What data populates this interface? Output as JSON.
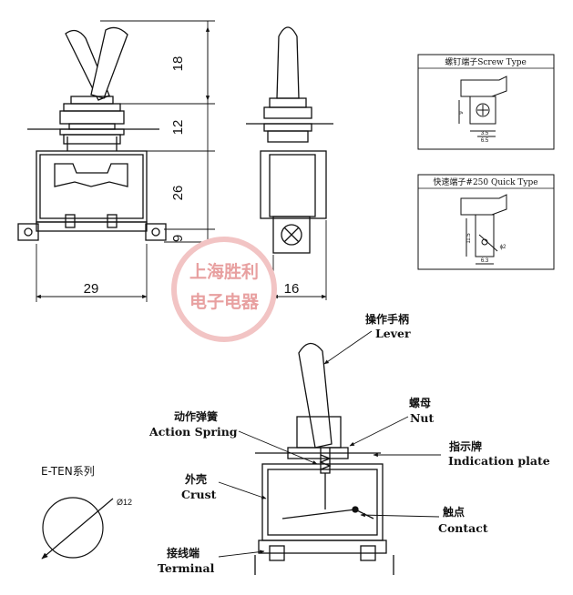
{
  "dims": {
    "lever_height": "18",
    "bushing_height": "12",
    "body_height": "26",
    "terminal_height": "9",
    "body_width": "29",
    "side_width": "16",
    "diameter": "Ø12"
  },
  "screw_box": {
    "title": "螺钉端子Screw Type",
    "dim_height": "9",
    "dim_inner": "3.5",
    "dim_width": "6.5"
  },
  "quick_box": {
    "title": "快速端子#250 Quick Type",
    "dim_height": "11.5",
    "dim_hole": "ϕ2",
    "dim_width": "6.3"
  },
  "watermark": {
    "line1": "上海胜利",
    "line2": "电子电器"
  },
  "series_label": "E-TEN系列",
  "labels": {
    "lever_cn": "操作手柄",
    "lever_en": "Lever",
    "spring_cn": "动作弹簧",
    "spring_en": "Action Spring",
    "nut_cn": "螺母",
    "nut_en": "Nut",
    "plate_cn": "指示牌",
    "plate_en": "Indication plate",
    "crust_cn": "外壳",
    "crust_en": "Crust",
    "contact_cn": "触点",
    "contact_en": "Contact",
    "terminal_cn": "接线端",
    "terminal_en": "Terminal"
  },
  "colors": {
    "line": "#111111",
    "watermark": "#e8a0a0"
  }
}
